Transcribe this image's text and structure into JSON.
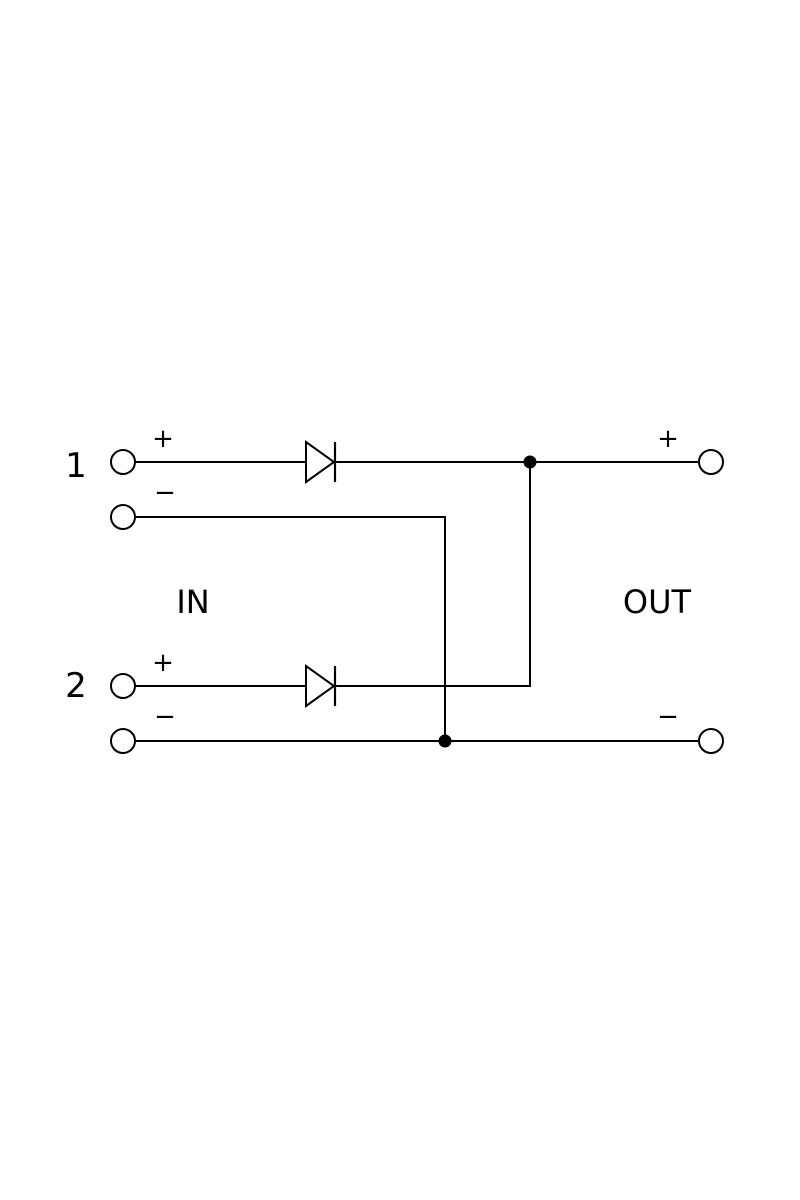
{
  "inputs": [
    {
      "number": "1",
      "plus": "+",
      "minus": "−"
    },
    {
      "number": "2",
      "plus": "+",
      "minus": "−"
    }
  ],
  "labels": {
    "in": "IN",
    "out": "OUT"
  },
  "output": {
    "plus": "+",
    "minus": "−"
  }
}
